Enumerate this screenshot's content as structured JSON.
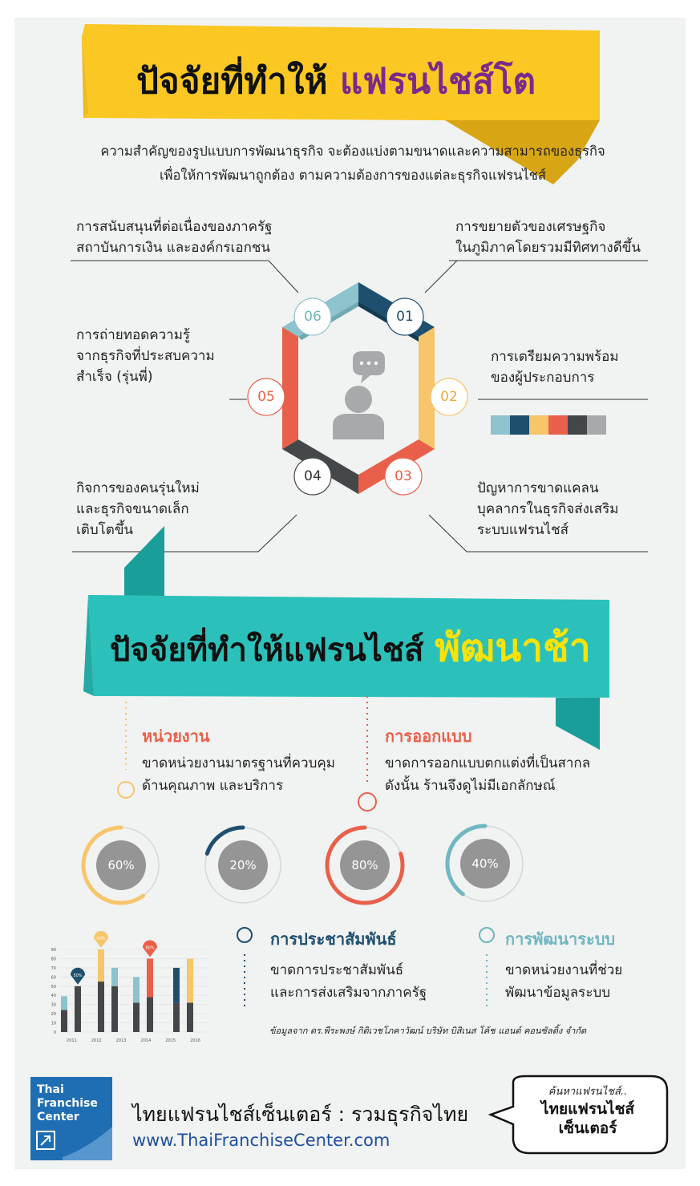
{
  "title_top": {
    "prefix": "ปัจจัยที่ทำให้",
    "highlight": "แฟรนไชส์โต"
  },
  "intro": {
    "line1": "ความสำคัญของรูปแบบการพัฒนาธุรกิจ จะต้องแบ่งตามขนาดและความสามารถของธุรกิจ",
    "line2": "เพื่อให้การพัฒนาถูกต้อง ตามความต้องการของแต่ละธุรกิจแฟรนไชส์"
  },
  "factors": [
    {
      "num": "01",
      "lines": [
        "การขยายตัวของเศรษฐกิจ",
        "ในภูมิภาคโดยรวมมีทิศทางดีขึ้น"
      ]
    },
    {
      "num": "02",
      "lines": [
        "การเตรียมความพร้อม",
        "ของผู้ประกอบการ"
      ]
    },
    {
      "num": "03",
      "lines": [
        "ปัญหาการขาดแคลน",
        "บุคลากรในธุรกิจส่งเสริม",
        "ระบบแฟรนไชส์"
      ]
    },
    {
      "num": "04",
      "lines": [
        "กิจการของคนรุ่นใหม่",
        "และธุรกิจขนาดเล็ก",
        "เติบโตขึ้น"
      ]
    },
    {
      "num": "05",
      "lines": [
        "การถ่ายทอดความรู้",
        "จากธุรกิจที่ประสบความ",
        "สำเร็จ (รุ่นพี่)"
      ]
    },
    {
      "num": "06",
      "lines": [
        "การสนับสนุนที่ต่อเนื่องของภาครัฐ",
        "สถาบันการเงิน และองค์กรเอกชน"
      ]
    }
  ],
  "palette": [
    "#8cc3cc",
    "#1e4f6e",
    "#f7c56a",
    "#e9604a",
    "#444749",
    "#a7aaab"
  ],
  "title_bottom": {
    "prefix": "ปัจจัยที่ทำให้แฟรนไชส์",
    "highlight": "พัฒนาช้า"
  },
  "slow_factors": [
    {
      "heading": "หน่วยงาน",
      "lines": [
        "ขาดหน่วยงานมาตรฐานที่ควบคุม",
        "ด้านคุณภาพ และบริการ"
      ],
      "color": "#e9604a"
    },
    {
      "heading": "การออกแบบ",
      "lines": [
        "ขาดการออกแบบตกแต่งที่เป็นสากล",
        "ดังนั้น ร้านจึงดูไม่มีเอกลักษณ์"
      ],
      "color": "#e9604a"
    },
    {
      "heading": "การประชาสัมพันธ์",
      "lines": [
        "ขาดการประชาสัมพันธ์",
        "และการส่งเสริมจากภาครัฐ"
      ],
      "color": "#1e4f6e"
    },
    {
      "heading": "การพัฒนาระบบ",
      "lines": [
        "ขาดหน่วยงานที่ช่วย",
        "พัฒนาข้อมูลระบบ"
      ],
      "color": "#6fb7c1"
    }
  ],
  "donuts": [
    {
      "label": "60%",
      "value": 60,
      "color": "#f7c56a"
    },
    {
      "label": "20%",
      "value": 20,
      "color": "#1e4f6e"
    },
    {
      "label": "80%",
      "value": 80,
      "color": "#e9604a"
    },
    {
      "label": "40%",
      "value": 40,
      "color": "#6fb7c1"
    }
  ],
  "chart_data": {
    "type": "bar",
    "categories": [
      "2011",
      "2012",
      "2013",
      "2014",
      "2015",
      "2016"
    ],
    "ylim": [
      0,
      90
    ],
    "yticks": [
      "0",
      "10",
      "20",
      "30",
      "40",
      "50",
      "60",
      "70",
      "80",
      "90"
    ],
    "groups": [
      [
        {
          "base": 24,
          "top": 39,
          "color": "#8cc3cc"
        },
        {
          "base": 50,
          "top": 50,
          "color": "#8cc3cc"
        }
      ],
      [
        {
          "base": 55,
          "top": 90,
          "color": "#f7c56a"
        },
        {
          "base": 50,
          "top": 70,
          "color": "#8cc3cc"
        }
      ],
      [
        {
          "base": 32,
          "top": 60,
          "color": "#8cc3cc"
        },
        {
          "base": 38,
          "top": 80,
          "color": "#e9604a"
        }
      ],
      [
        {
          "base": 32,
          "top": 70,
          "color": "#1e4f6e"
        },
        {
          "base": 32,
          "top": 80,
          "color": "#f7c56a"
        }
      ]
    ],
    "pins": [
      {
        "label": "50%",
        "group": 0,
        "bar": 1,
        "color": "#1e4f6e"
      },
      {
        "label": "60%",
        "group": 1,
        "bar": 0,
        "color": "#f7c56a"
      },
      {
        "label": "80%",
        "group": 2,
        "bar": 1,
        "color": "#e9604a"
      }
    ]
  },
  "source": "ข้อมูลจาก ดร.พีระพงษ์ กิติเวชโภคาวัฒน์ บริษัท บิสิเนส โค้ช แอนด์ คอนซัลติ้ง จำกัด",
  "footer": {
    "logo_lines": [
      "Thai",
      "Franchise",
      "Center"
    ],
    "name": "ไทยแฟรนไชส์เซ็นเตอร์ : รวมธุรกิจไทย",
    "url": "www.ThaiFranchiseCenter.com",
    "bubble_small": "ค้นหาแฟรนไชส์..",
    "bubble_big1": "ไทยแฟรนไชส์",
    "bubble_big2": "เซ็นเตอร์"
  }
}
